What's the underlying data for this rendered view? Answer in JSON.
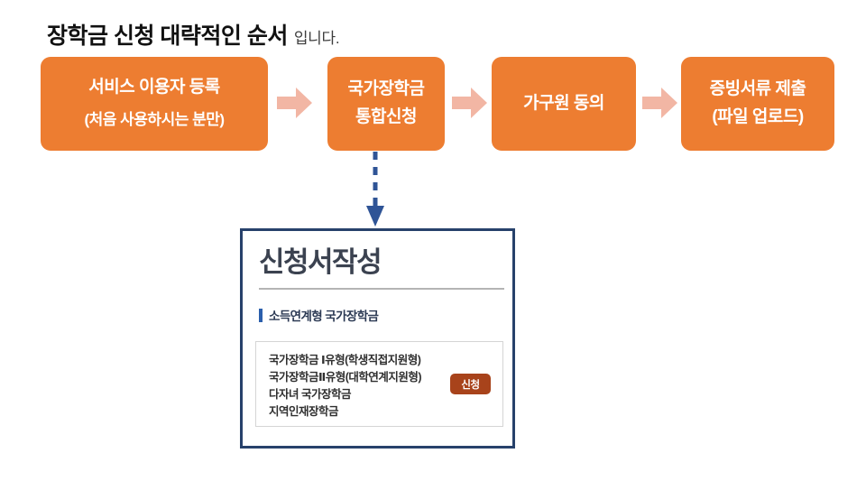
{
  "title": {
    "main": "장학금 신청 대략적인 순서",
    "suffix": "입니다."
  },
  "flow": {
    "steps": [
      {
        "line1": "서비스 이용자 등록",
        "line2": "(처음 사용하시는 분만)"
      },
      {
        "line1": "국가장학금",
        "line2": "통합신청"
      },
      {
        "line1": "가구원 동의",
        "line2": ""
      },
      {
        "line1": "증빙서류 제출",
        "line2": "(파일 업로드)"
      }
    ],
    "box_color": "#ED7D31",
    "arrow_color": "#F2B6A4",
    "down_arrow_color": "#2F5496"
  },
  "panel": {
    "title": "신청서작성",
    "section_label": "소득연계형 국가장학금",
    "items": [
      "국가장학금 Ⅰ유형(학생직접지원형)",
      "국가장학금Ⅱ유형(대학연계지원형)",
      "다자녀 국가장학금",
      "지역인재장학금"
    ],
    "apply_button": "신청",
    "border_color": "#27416B",
    "accent_color": "#2B5FAC",
    "button_color": "#A8431B"
  }
}
